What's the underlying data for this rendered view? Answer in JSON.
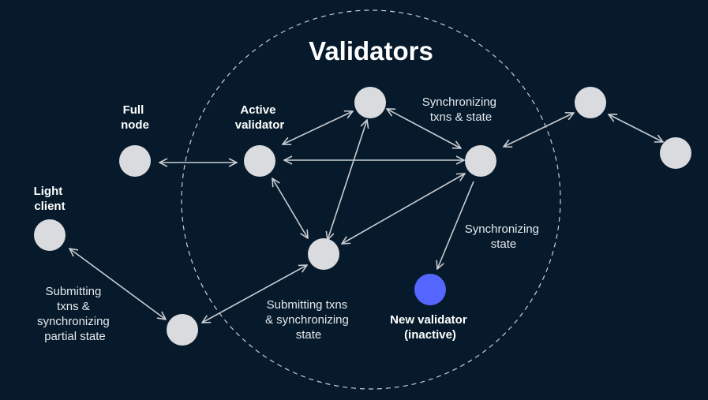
{
  "title": "Validators",
  "colors": {
    "background": "#061A2B",
    "node": "#DADBDE",
    "new_validator": "#5566FF",
    "edge": "#C9CCD1",
    "text": "#FFFFFF"
  },
  "node_labels": {
    "full_node": [
      "Full",
      "node"
    ],
    "active_validator": [
      "Active",
      "validator"
    ],
    "light_client": [
      "Light",
      "client"
    ],
    "new_validator": [
      "New validator",
      "(inactive)"
    ]
  },
  "edge_labels": {
    "sync_top": [
      "Synchronizing",
      "txns & state"
    ],
    "sync_right": [
      "Synchronizing",
      "state"
    ],
    "submit_center": [
      "Submitting txns",
      "& synchronizing",
      "state"
    ],
    "submit_left": [
      "Submitting",
      "txns &",
      "synchronizing",
      "partial state"
    ]
  }
}
